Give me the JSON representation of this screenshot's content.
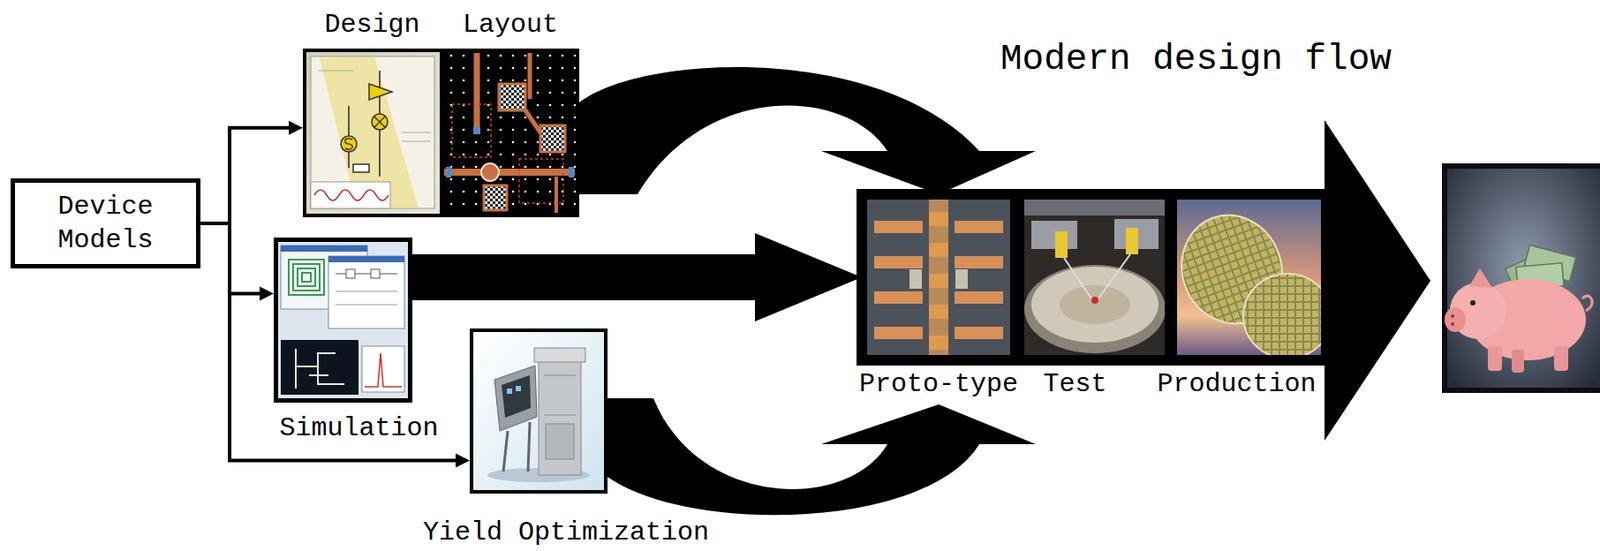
{
  "diagram": {
    "title": "Modern design flow",
    "nodes": [
      {
        "text": [
          "Device Models"
        ]
      },
      {
        "text": [
          "Design"
        ]
      },
      {
        "text": [
          "Layout"
        ]
      },
      {
        "text": [
          "Simulation"
        ]
      },
      {
        "text": [
          "Yield Optimization"
        ]
      },
      {
        "text": [
          "Proto-type"
        ]
      },
      {
        "text": [
          "Test"
        ]
      },
      {
        "text": [
          "Production"
        ]
      }
    ],
    "edges": [
      {
        "from": 0,
        "to": 1,
        "arrow": "to"
      },
      {
        "from": 0,
        "to": 3,
        "arrow": "to"
      },
      {
        "from": 0,
        "to": 4,
        "arrow": "to"
      },
      {
        "from": 2,
        "to": 5,
        "arrow": "to"
      },
      {
        "from": 3,
        "to": 5,
        "arrow": "to"
      },
      {
        "from": 4,
        "to": 5,
        "arrow": "to"
      }
    ]
  }
}
